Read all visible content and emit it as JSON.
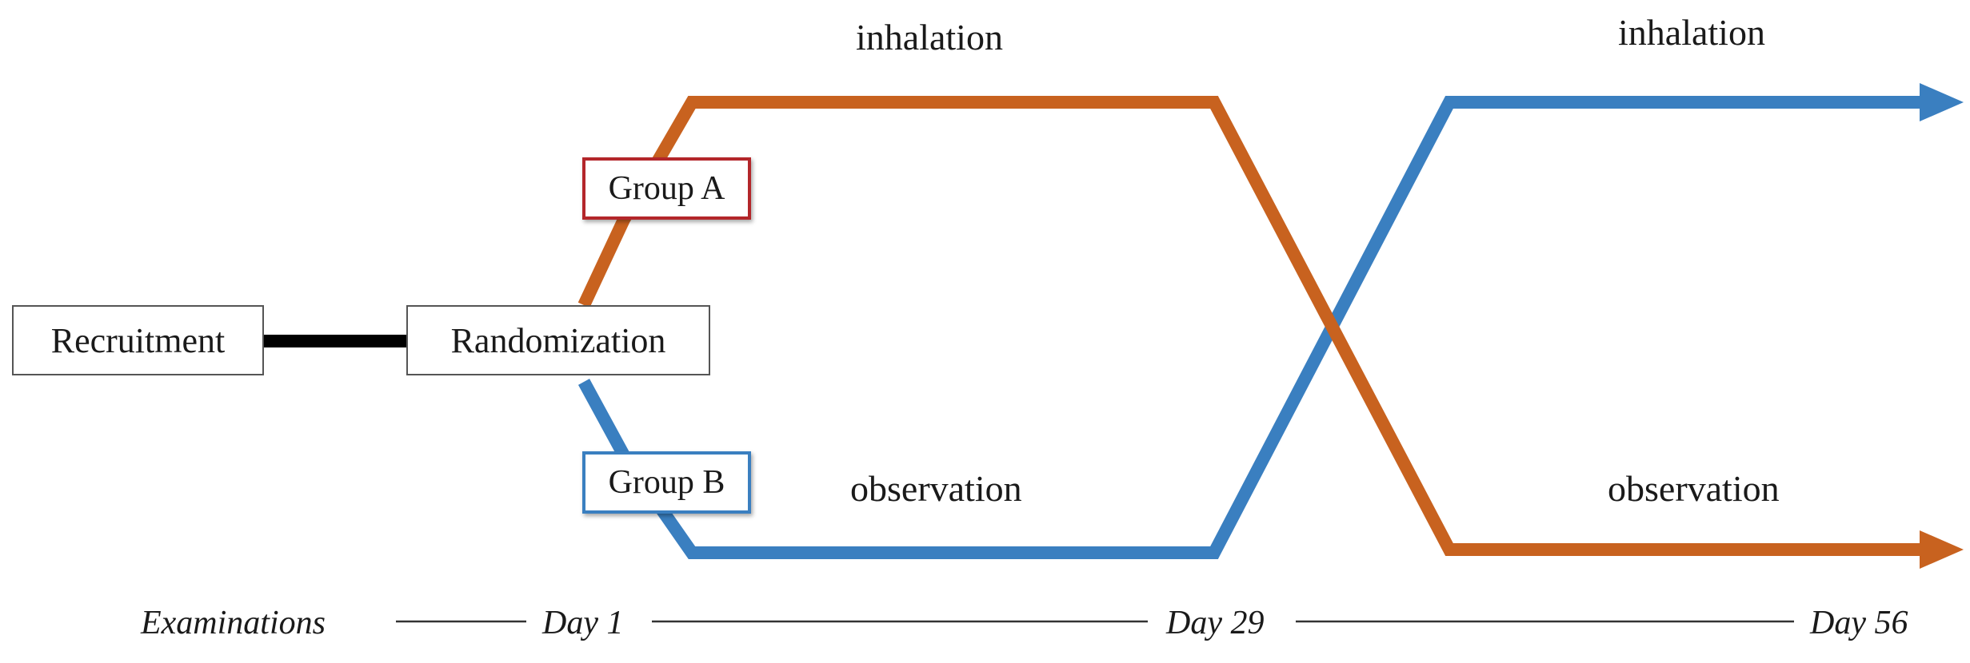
{
  "boxes": {
    "recruitment": "Recruitment",
    "randomization": "Randomization",
    "group_a": "Group A",
    "group_b": "Group B"
  },
  "arm_labels": {
    "period1_top": "inhalation",
    "period2_top": "inhalation",
    "period1_bottom": "observation",
    "period2_bottom": "observation"
  },
  "timeline": {
    "title": "Examinations",
    "points": [
      "Day 1",
      "Day 29",
      "Day 56"
    ]
  },
  "colors": {
    "group_a_line": "#c8621f",
    "group_b_line": "#3a7fc0",
    "group_a_border": "#b3262a",
    "group_b_border": "#3a7fc0",
    "connector": "#000000"
  }
}
